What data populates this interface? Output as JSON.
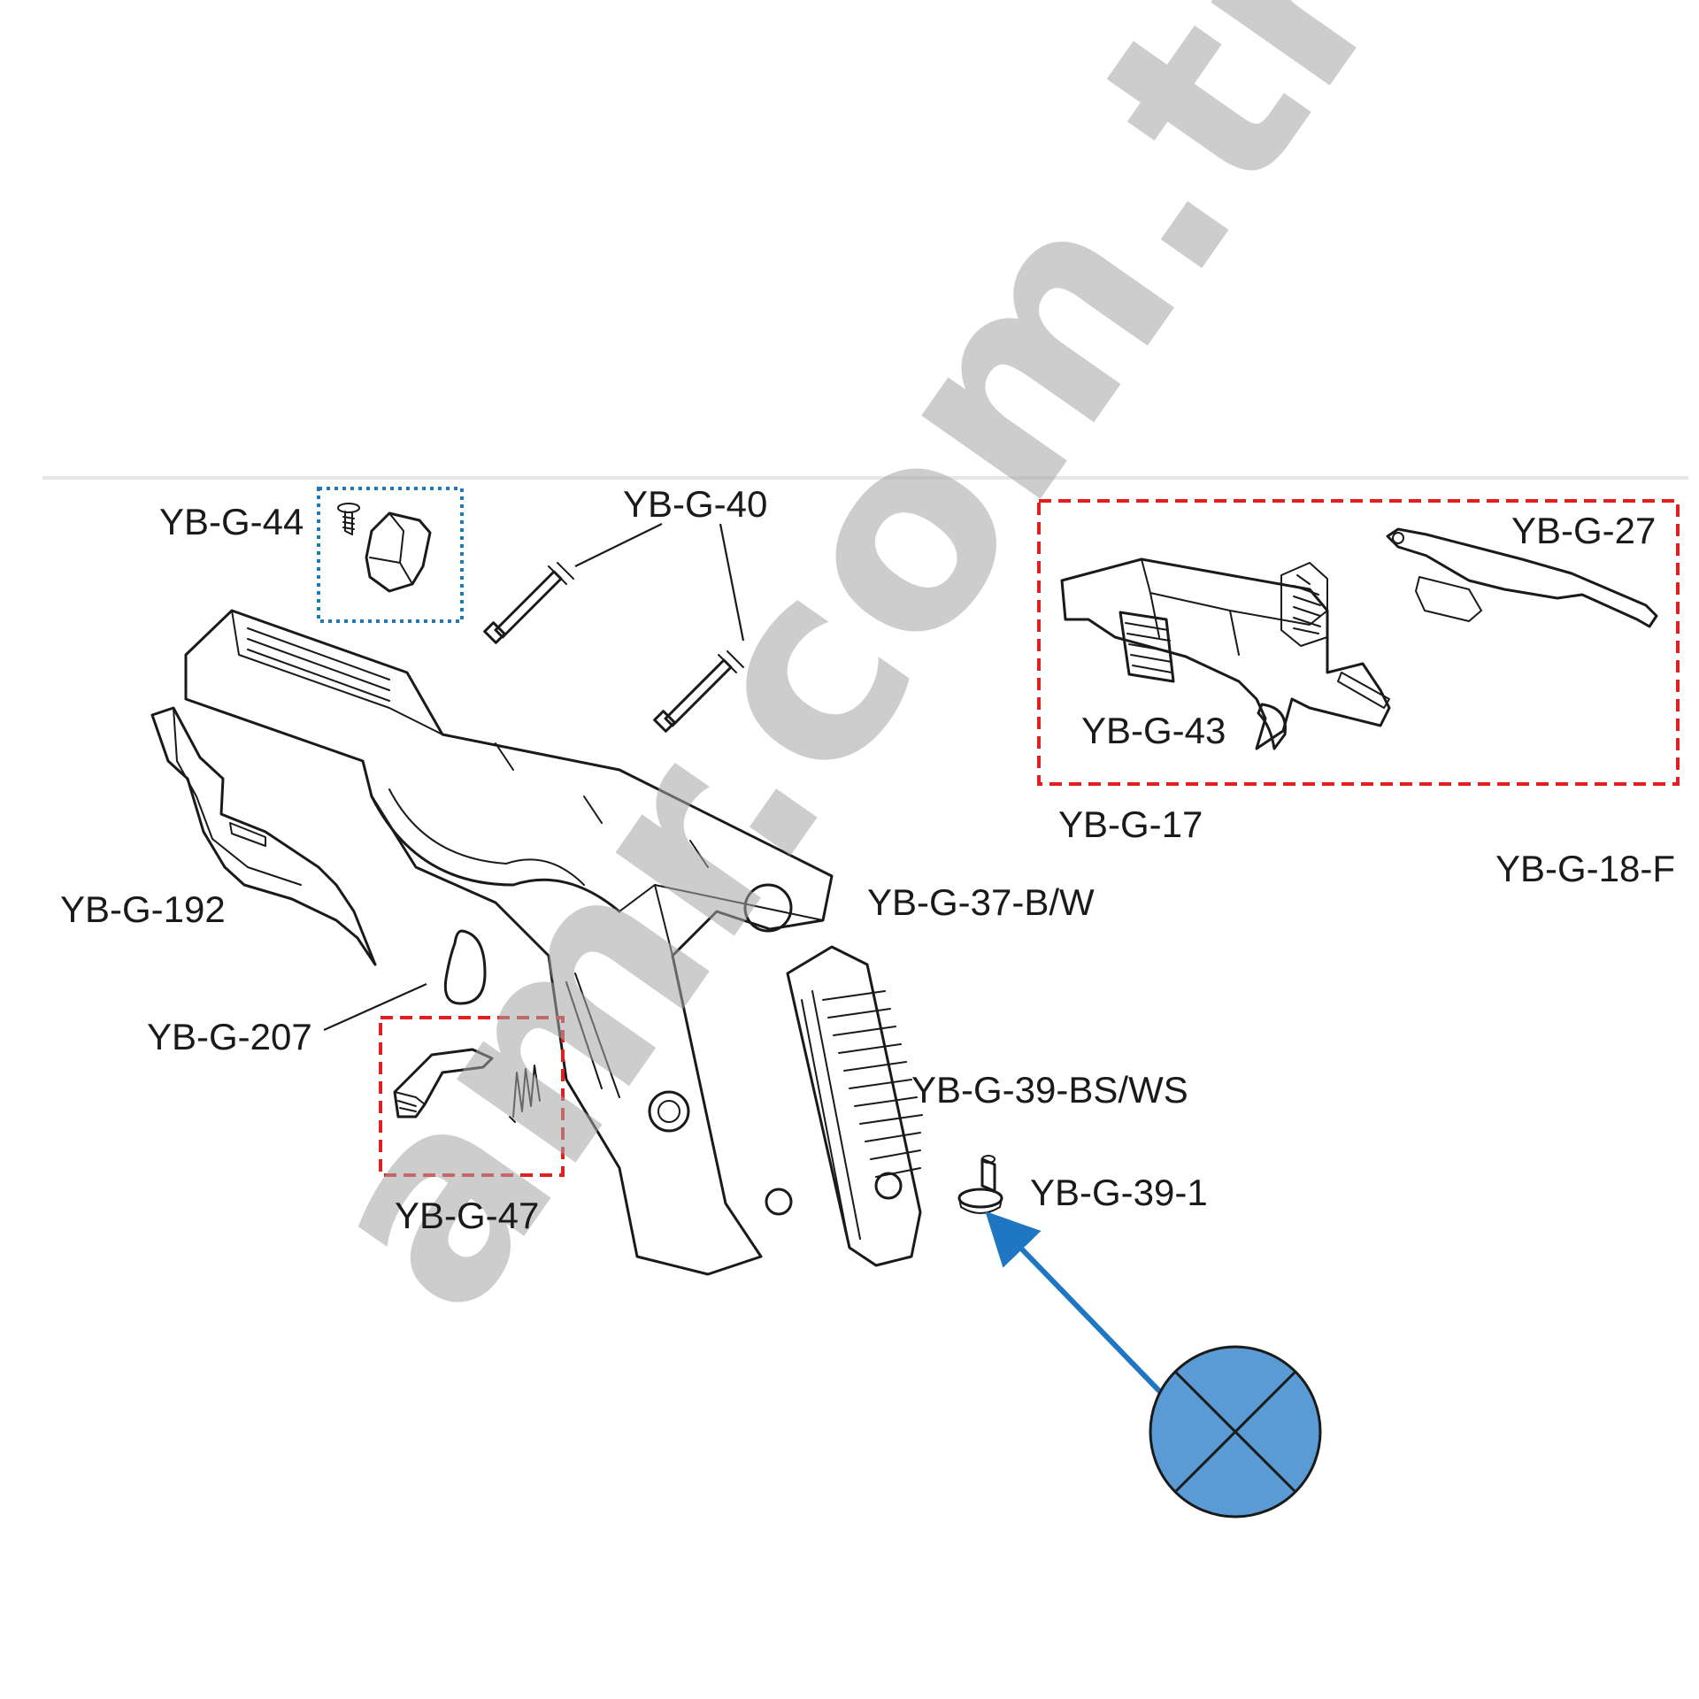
{
  "parts": {
    "yb_g_44": "YB-G-44",
    "yb_g_40": "YB-G-40",
    "yb_g_27": "YB-G-27",
    "yb_g_43": "YB-G-43",
    "yb_g_17": "YB-G-17",
    "yb_g_18_f": "YB-G-18-F",
    "yb_g_192": "YB-G-192",
    "yb_g_37": "YB-G-37-B/W",
    "yb_g_207": "YB-G-207",
    "yb_g_39_bsws": "YB-G-39-BS/WS",
    "yb_g_47": "YB-G-47",
    "yb_g_39_1": "YB-G-39-1"
  },
  "watermark": "amr.com.tr",
  "colors": {
    "red_box": "#e02020",
    "blue_box": "#1f7ab8",
    "arrow": "#1f77c4",
    "marker_fill": "#5b9bd5",
    "ink": "#1a1a1a"
  },
  "icons": {
    "marker": "crossed-circle-icon",
    "arrow": "pointer-arrow-icon"
  }
}
